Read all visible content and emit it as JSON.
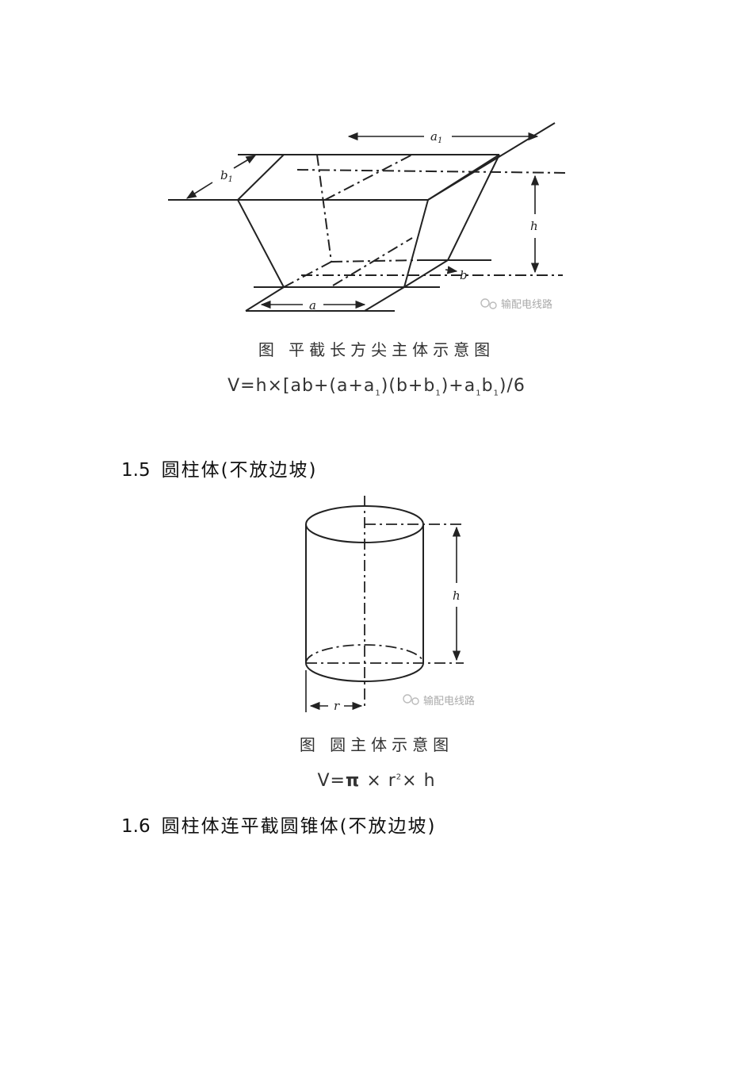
{
  "figure1": {
    "labels": {
      "a1": "a",
      "a1_sub": "1",
      "b1": "b",
      "b1_sub": "1",
      "h": "h",
      "b": "b",
      "a": "a"
    },
    "watermark": "输配电线路",
    "caption": "图  平截长方尖主体示意图"
  },
  "formula1": {
    "p1": "V=h×[ab+(a+a",
    "s1": "1",
    "p2": ")(b+b",
    "s2": "1",
    "p3": ")+a",
    "s3": "1",
    "p4": "b",
    "s4": "1",
    "p5": ")/6"
  },
  "section15": {
    "number": "1.5",
    "title": "圆柱体(不放边坡)"
  },
  "figure2": {
    "labels": {
      "h": "h",
      "r": "r"
    },
    "watermark": "输配电线路",
    "caption": "图  圆主体示意图"
  },
  "formula2": {
    "p1": "V=",
    "pi": "π",
    "p2": " × r",
    "sup": "2",
    "p3": "× h"
  },
  "section16": {
    "number": "1.6",
    "title": "圆柱体连平截圆锥体(不放边坡)"
  }
}
